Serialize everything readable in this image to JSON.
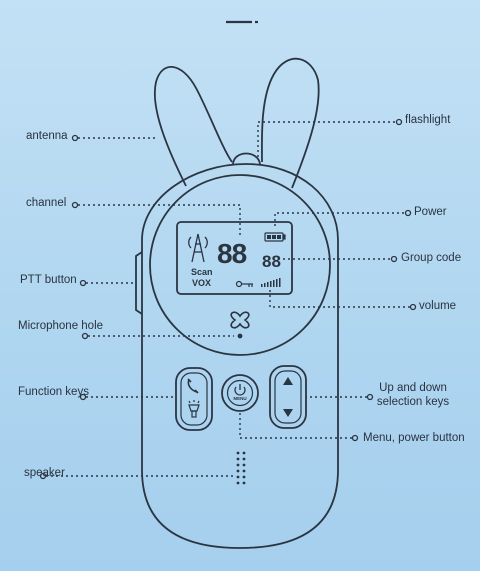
{
  "labels": {
    "antenna": "antenna",
    "flashlight": "flashlight",
    "channel": "channel",
    "power": "Power",
    "group_code": "Group code",
    "ptt_button": "PTT button",
    "volume": "volume",
    "microphone_hole": "Microphone hole",
    "function_keys": "Function keys",
    "up_down_keys": "Up and down selection keys",
    "menu_power": "Menu, power button",
    "speaker": "speaker"
  },
  "display": {
    "channel_digits": "88",
    "group_digits": "88",
    "scan": "Scan",
    "vox": "VOX",
    "menu_text": "MENU"
  },
  "colors": {
    "background": "#b5d8f0",
    "outline": "#2b3542",
    "text": "#2a3340"
  },
  "icons": {
    "antenna_signal": "antenna-tower-icon",
    "battery": "battery-icon",
    "key": "key-icon",
    "volume_bars": "volume-bars-icon",
    "phone": "phone-icon",
    "flashlight": "flashlight-icon",
    "power": "power-icon",
    "arrows": "up-down-arrows-icon"
  }
}
